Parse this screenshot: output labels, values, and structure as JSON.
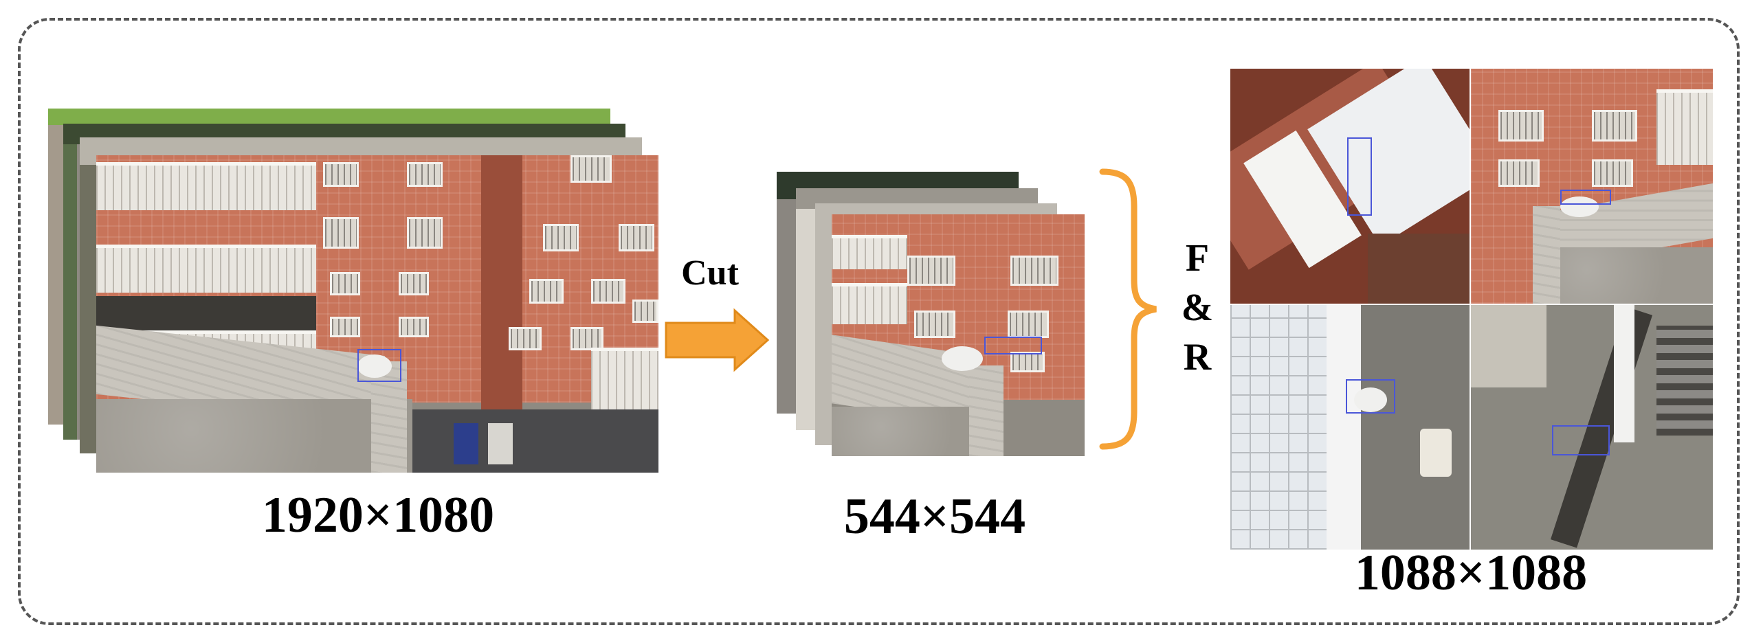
{
  "stage_1": {
    "size_label": "1920×1080"
  },
  "stage_2": {
    "size_label": "544×544"
  },
  "stage_3": {
    "size_label": "1088×1088"
  },
  "arrow": {
    "label": "Cut",
    "color": "#f5a236"
  },
  "brace": {
    "letters": [
      "F",
      "&",
      "R"
    ],
    "color": "#f5a236"
  },
  "colors": {
    "frame_border": "#555555",
    "facade": "#c8745a",
    "bbox": "#4a56d8"
  }
}
